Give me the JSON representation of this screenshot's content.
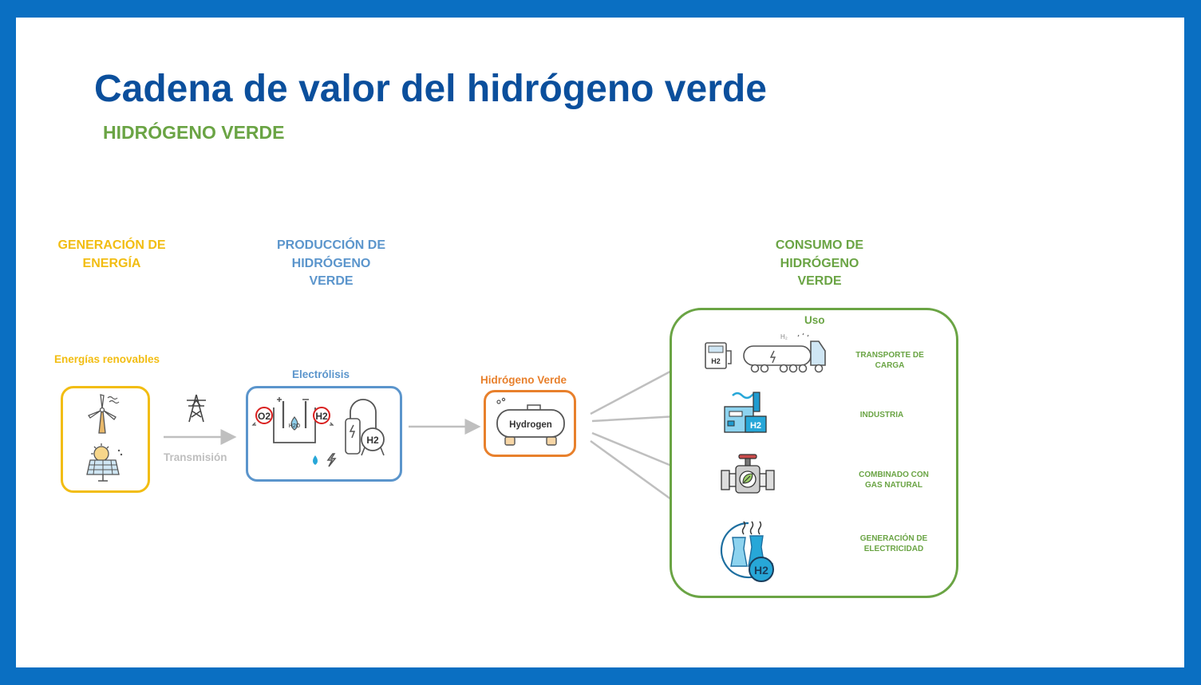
{
  "slide": {
    "title": "Cadena de valor del hidrógeno verde",
    "subtitle": "HIDRÓGENO VERDE"
  },
  "stages": {
    "generation": {
      "heading": [
        "GENERACIÓN DE",
        "ENERGÍA"
      ],
      "box_label": "Energías renovables",
      "link_label": "Transmisión"
    },
    "production": {
      "heading": [
        "PRODUCCIÓN DE",
        "HIDRÓGENO",
        "VERDE"
      ],
      "box_label": "Electrólisis"
    },
    "storage": {
      "box_label": "Hidrógeno Verde",
      "tank_text": "Hydrogen"
    },
    "consumption": {
      "heading": [
        "CONSUMO DE",
        "HIDRÓGENO",
        "VERDE"
      ],
      "box_label": "Uso"
    }
  },
  "uses": [
    {
      "label": [
        "TRANSPORTE DE",
        "CARGA"
      ]
    },
    {
      "label": [
        "INDUSTRIA"
      ]
    },
    {
      "label": [
        "COMBINADO CON",
        "GAS NATURAL"
      ]
    },
    {
      "label": [
        "GENERACIÓN DE",
        "ELECTRICIDAD"
      ]
    }
  ],
  "icon_text": {
    "o2": "O2",
    "h2": "H2",
    "h2o": "H2O",
    "h2_sub": "H₂"
  },
  "colors": {
    "frame": "#0a6fc2",
    "title": "#0b4f9c",
    "green": "#6aa444",
    "yellow": "#f2bd12",
    "blue": "#5b95cc",
    "orange": "#e8802c",
    "arrow": "#bfbfbf",
    "icon_cyan": "#27a7d8"
  }
}
